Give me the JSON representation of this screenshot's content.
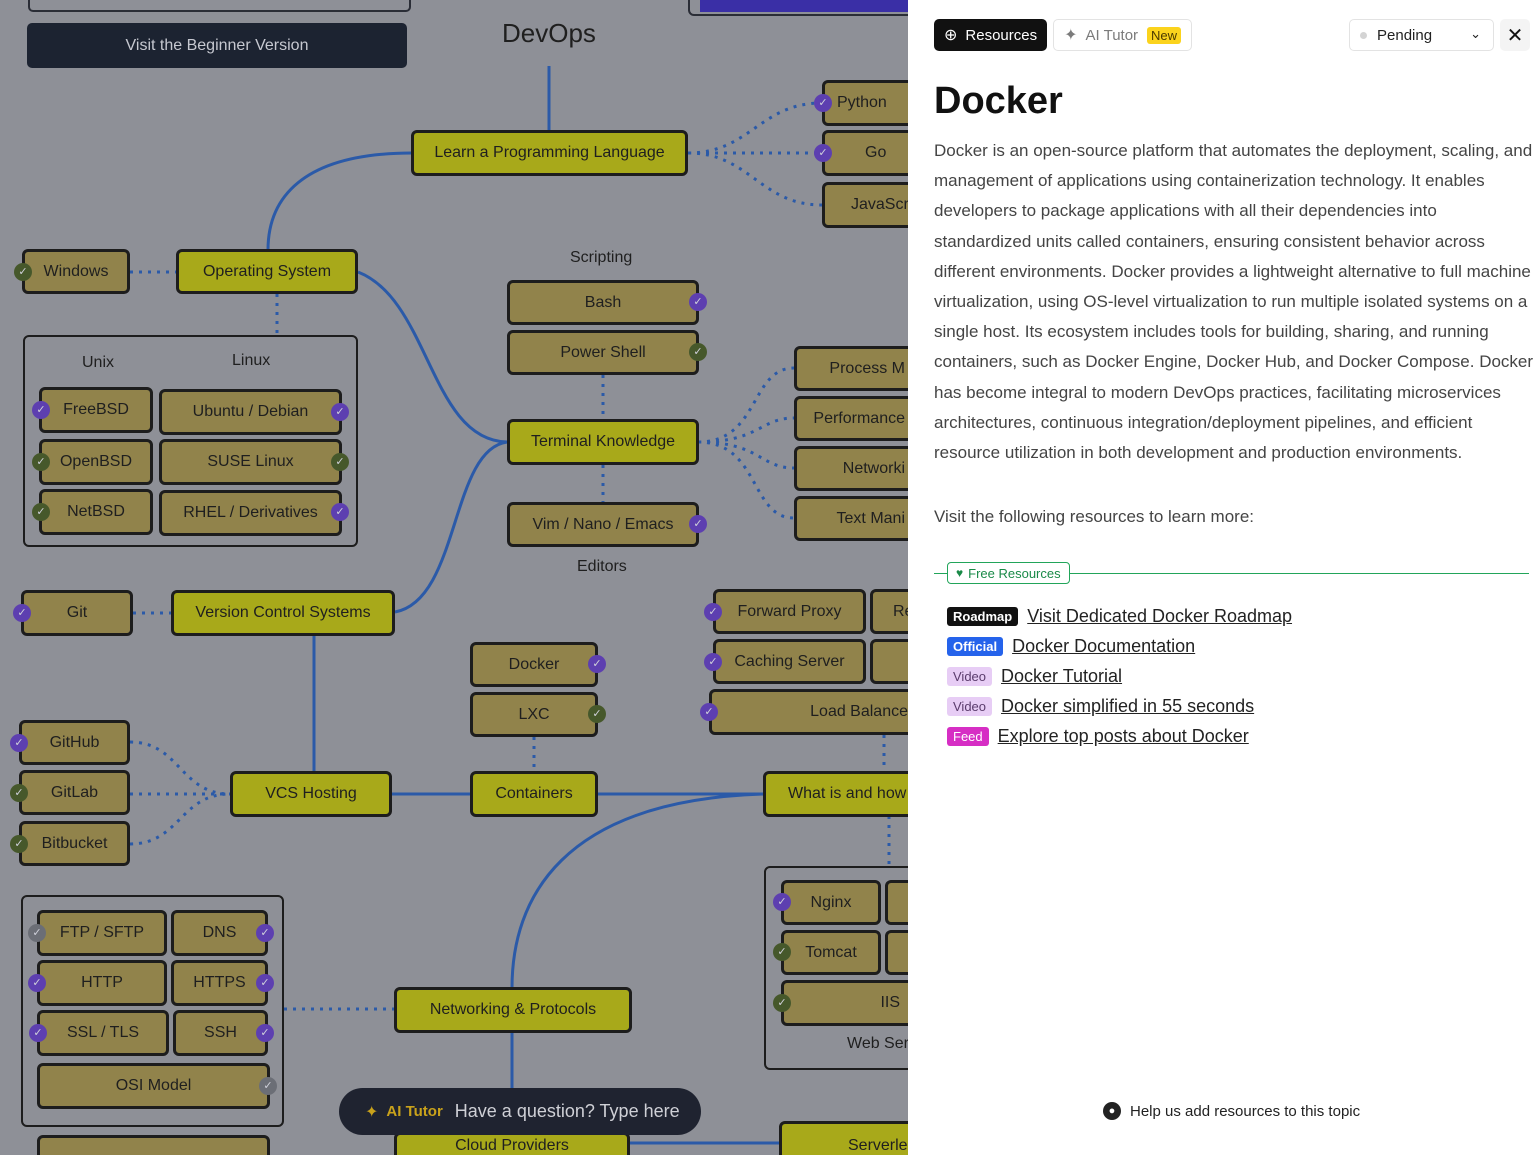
{
  "roadmap": {
    "title": "DevOps",
    "beginner_button": "Visit the Beginner Version",
    "labels": {
      "scripting": "Scripting",
      "editors": "Editors",
      "unix": "Unix",
      "linux": "Linux",
      "web_servers": "Web Ser"
    },
    "nodes": {
      "learn_programming": "Learn a Programming Language",
      "python": "Python",
      "go": "Go",
      "javascript": "JavaScr",
      "windows": "Windows",
      "operating_system": "Operating System",
      "bash": "Bash",
      "power_shell": "Power Shell",
      "freebsd": "FreeBSD",
      "ubuntu": "Ubuntu / Debian",
      "openbsd": "OpenBSD",
      "suse": "SUSE Linux",
      "netbsd": "NetBSD",
      "rhel": "RHEL / Derivatives",
      "terminal_knowledge": "Terminal Knowledge",
      "process": "Process M",
      "performance": "Performance",
      "networking": "Networki",
      "text_manipulation": "Text Mani",
      "vim": "Vim / Nano / Emacs",
      "git": "Git",
      "vcs": "Version Control Systems",
      "forward_proxy": "Forward Proxy",
      "reverse_proxy": "Re",
      "docker": "Docker",
      "caching_server": "Caching Server",
      "lxc": "LXC",
      "load_balancer": "Load Balance",
      "github": "GitHub",
      "gitlab": "GitLab",
      "bitbucket": "Bitbucket",
      "vcs_hosting": "VCS Hosting",
      "containers": "Containers",
      "what_is_how": "What is and how",
      "nginx": "Nginx",
      "tomcat": "Tomcat",
      "iis": "IIS",
      "ftp": "FTP / SFTP",
      "dns": "DNS",
      "http": "HTTP",
      "https": "HTTPS",
      "ssl": "SSL / TLS",
      "ssh": "SSH",
      "osi": "OSI Model",
      "networking_protocols": "Networking & Protocols",
      "cloud_providers": "Cloud Providers",
      "serverless": "Serverle"
    },
    "ai_bar": {
      "label": "AI Tutor",
      "placeholder": "Have a question? Type here"
    },
    "colors": {
      "topic": "#a8a91a",
      "subtopic": "#91834b",
      "line": "#2b5aa8",
      "done_check": "#46582b",
      "pending_check": "#5d3fb0"
    }
  },
  "panel": {
    "tabs": [
      {
        "label": "Resources",
        "icon": "globe-icon"
      },
      {
        "label": "AI Tutor",
        "icon": "magic-wand-icon",
        "badge": "New"
      }
    ],
    "status": "Pending",
    "title": "Docker",
    "description": "Docker is an open-source platform that automates the deployment, scaling, and management of applications using containerization technology. It enables developers to package applications with all their dependencies into standardized units called containers, ensuring consistent behavior across different environments. Docker provides a lightweight alternative to full machine virtualization, using OS-level virtualization to run multiple isolated systems on a single host. Its ecosystem includes tools for building, sharing, and running containers, such as Docker Engine, Docker Hub, and Docker Compose. Docker has become integral to modern DevOps practices, facilitating microservices architectures, continuous integration/deployment pipelines, and efficient resource utilization in both development and production environments.",
    "visit_text": "Visit the following resources to learn more:",
    "free_resources_label": "Free Resources",
    "resources": [
      {
        "tag": "Roadmap",
        "title": "Visit Dedicated Docker Roadmap"
      },
      {
        "tag": "Official",
        "title": "Docker Documentation"
      },
      {
        "tag": "Video",
        "title": "Docker Tutorial"
      },
      {
        "tag": "Video",
        "title": "Docker simplified in 55 seconds"
      },
      {
        "tag": "Feed",
        "title": "Explore top posts about Docker"
      }
    ],
    "help_text": "Help us add resources to this topic"
  }
}
